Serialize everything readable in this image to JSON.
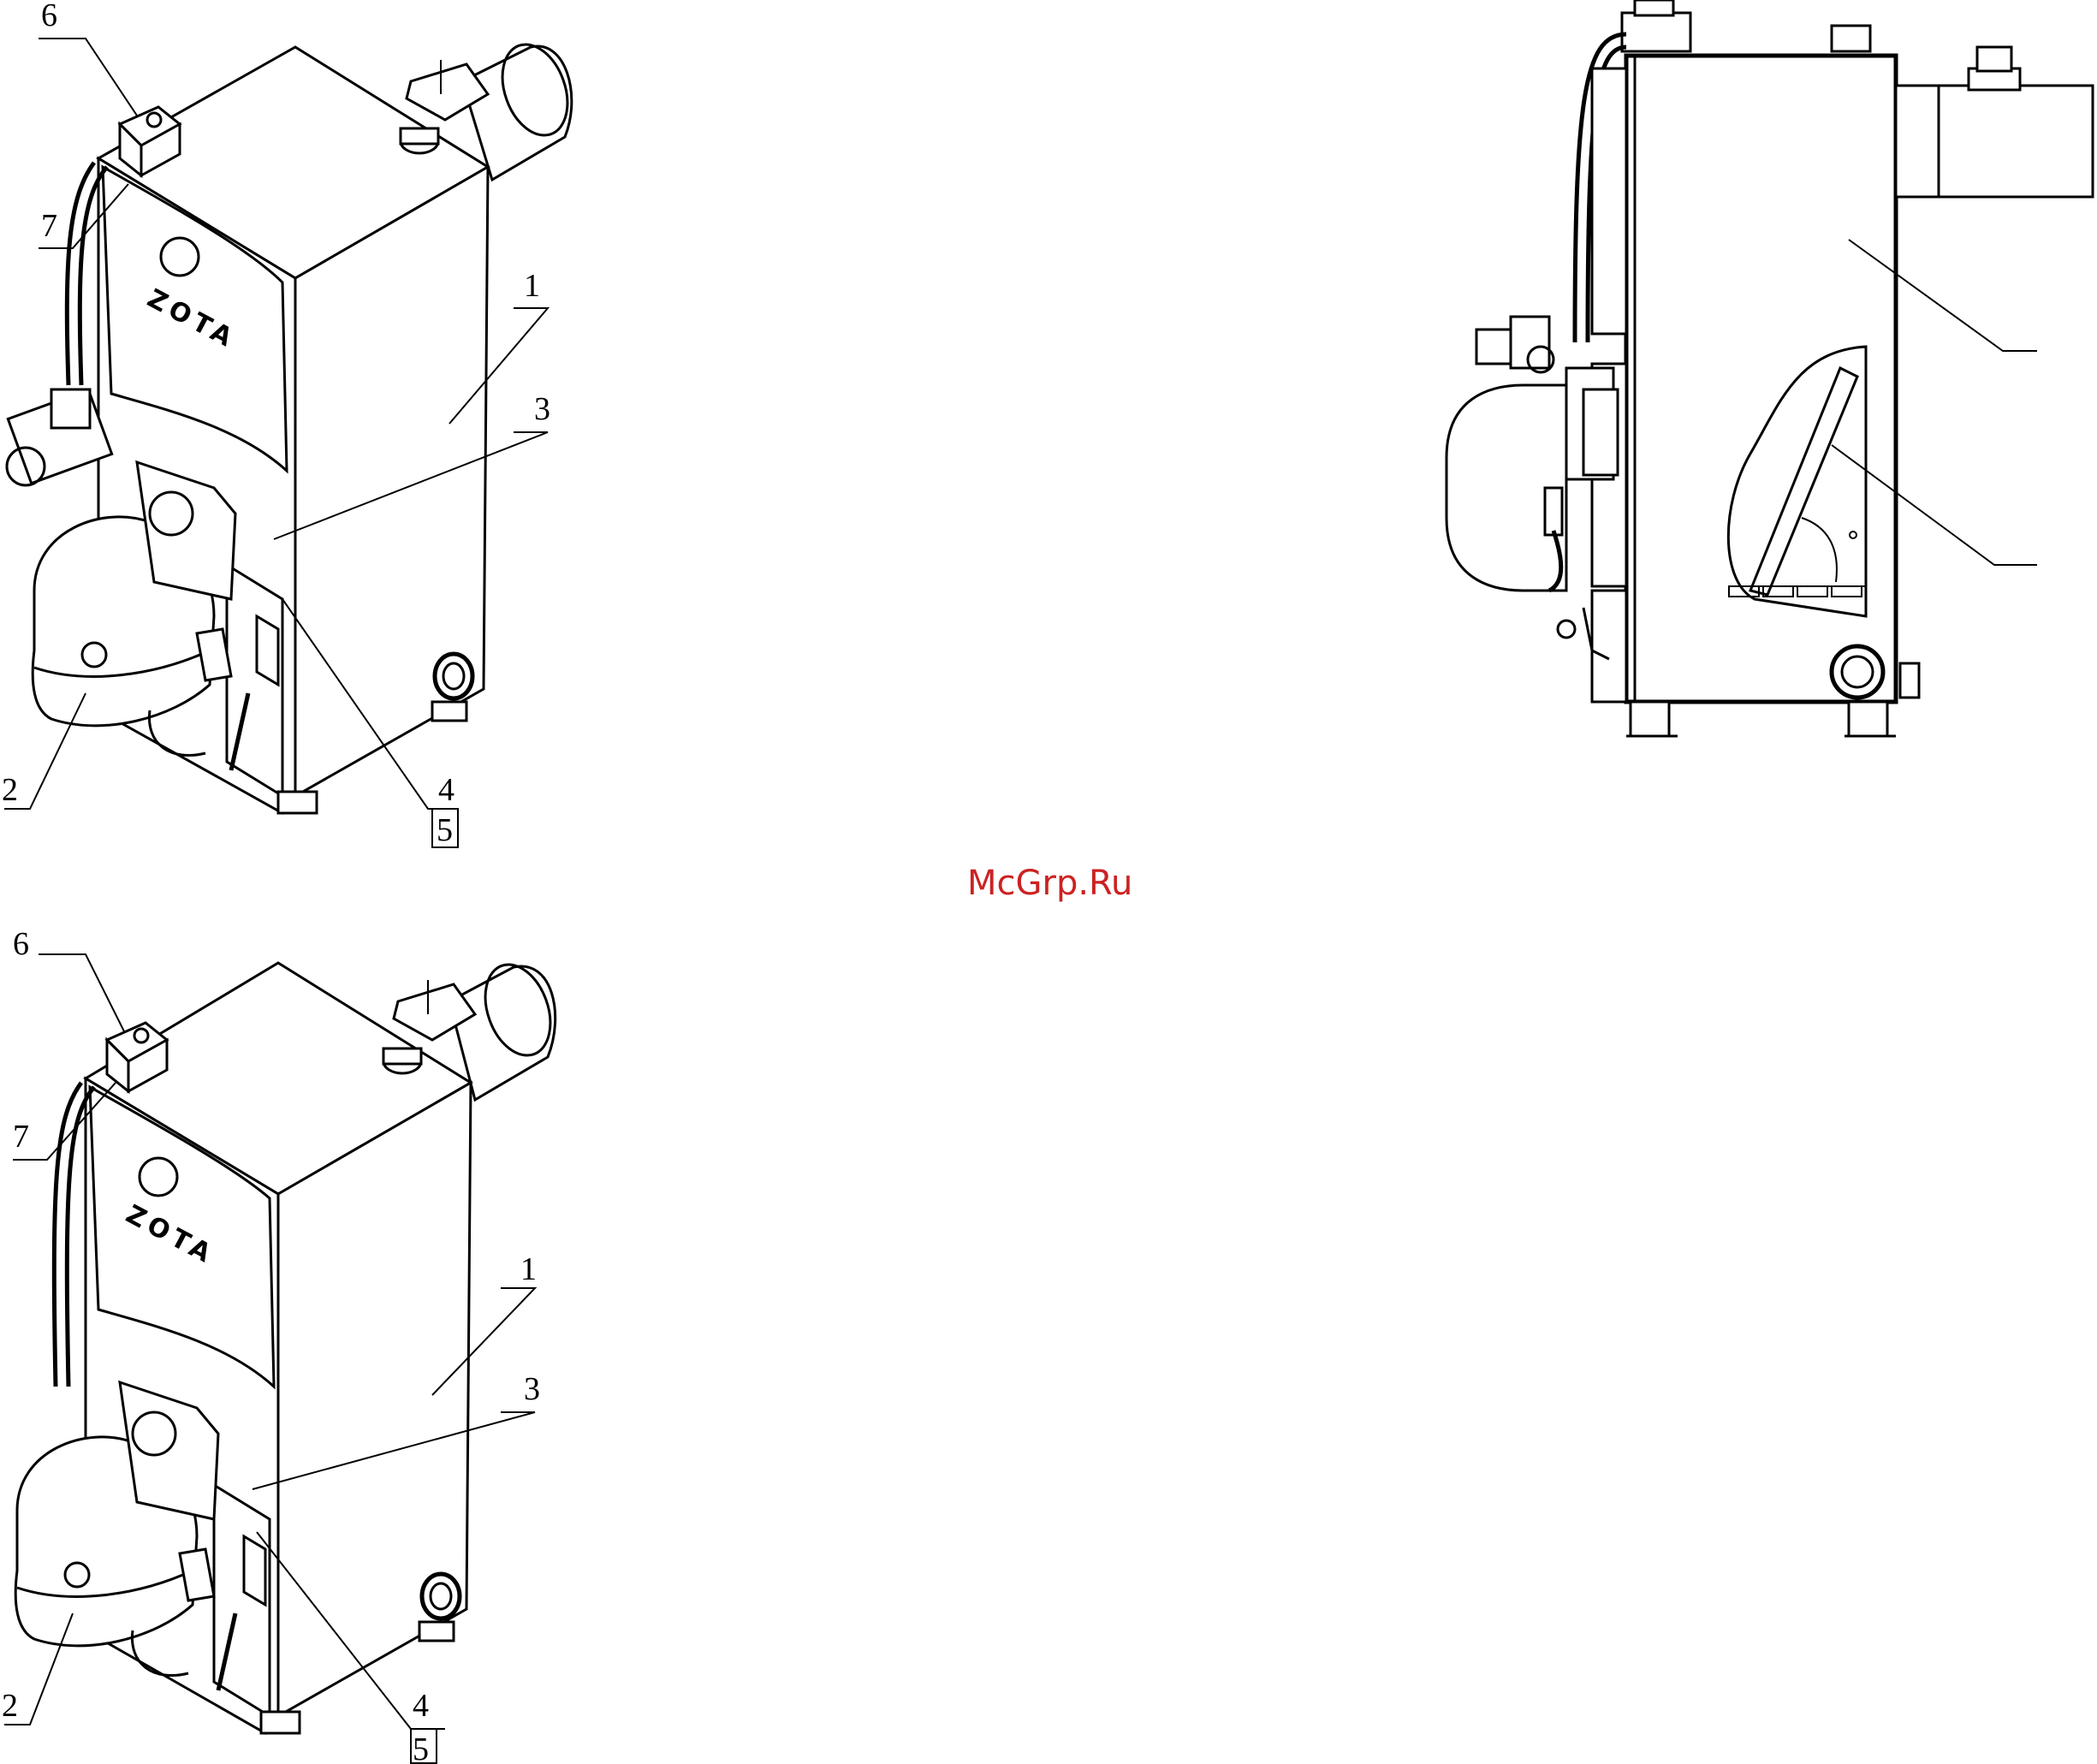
{
  "watermark": "McGrp.Ru",
  "figures": [
    {
      "id": "top-left",
      "brand": "ZOTA",
      "callouts": [
        "1",
        "2",
        "3",
        "4",
        "5",
        "6",
        "7"
      ]
    },
    {
      "id": "bottom-left",
      "brand": "ZOTA",
      "callouts": [
        "1",
        "2",
        "3",
        "4",
        "5",
        "6",
        "7"
      ]
    },
    {
      "id": "side-view",
      "callouts": []
    }
  ]
}
